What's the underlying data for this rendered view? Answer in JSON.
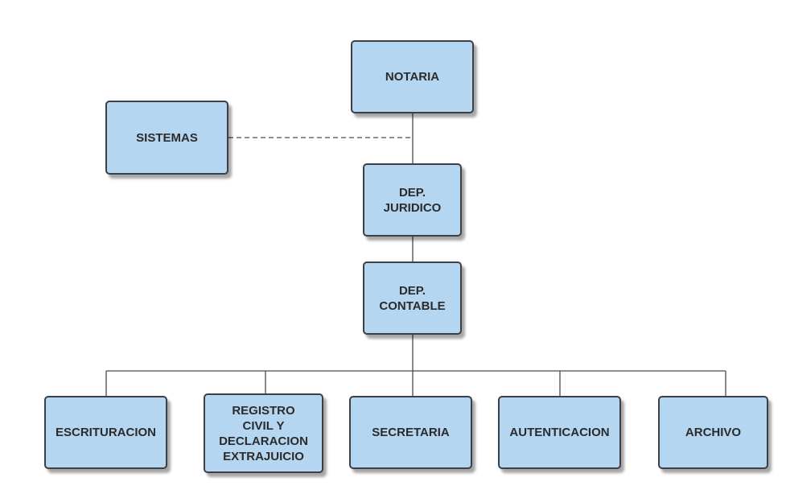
{
  "org_chart": {
    "top": "NOTARIA",
    "advisory": "SISTEMAS",
    "level2": "DEP.\nJURIDICO",
    "level3": "DEP.\nCONTABLE",
    "children": [
      "ESCRITURACION",
      "REGISTRO\nCIVIL Y\nDECLARACION\nEXTRAJUICIO",
      "SECRETARIA",
      "AUTENTICACION",
      "ARCHIVO"
    ]
  },
  "colors": {
    "box_fill": "#b5d6f0",
    "box_border": "#3c3f45",
    "connector": "#4a4a4a"
  }
}
